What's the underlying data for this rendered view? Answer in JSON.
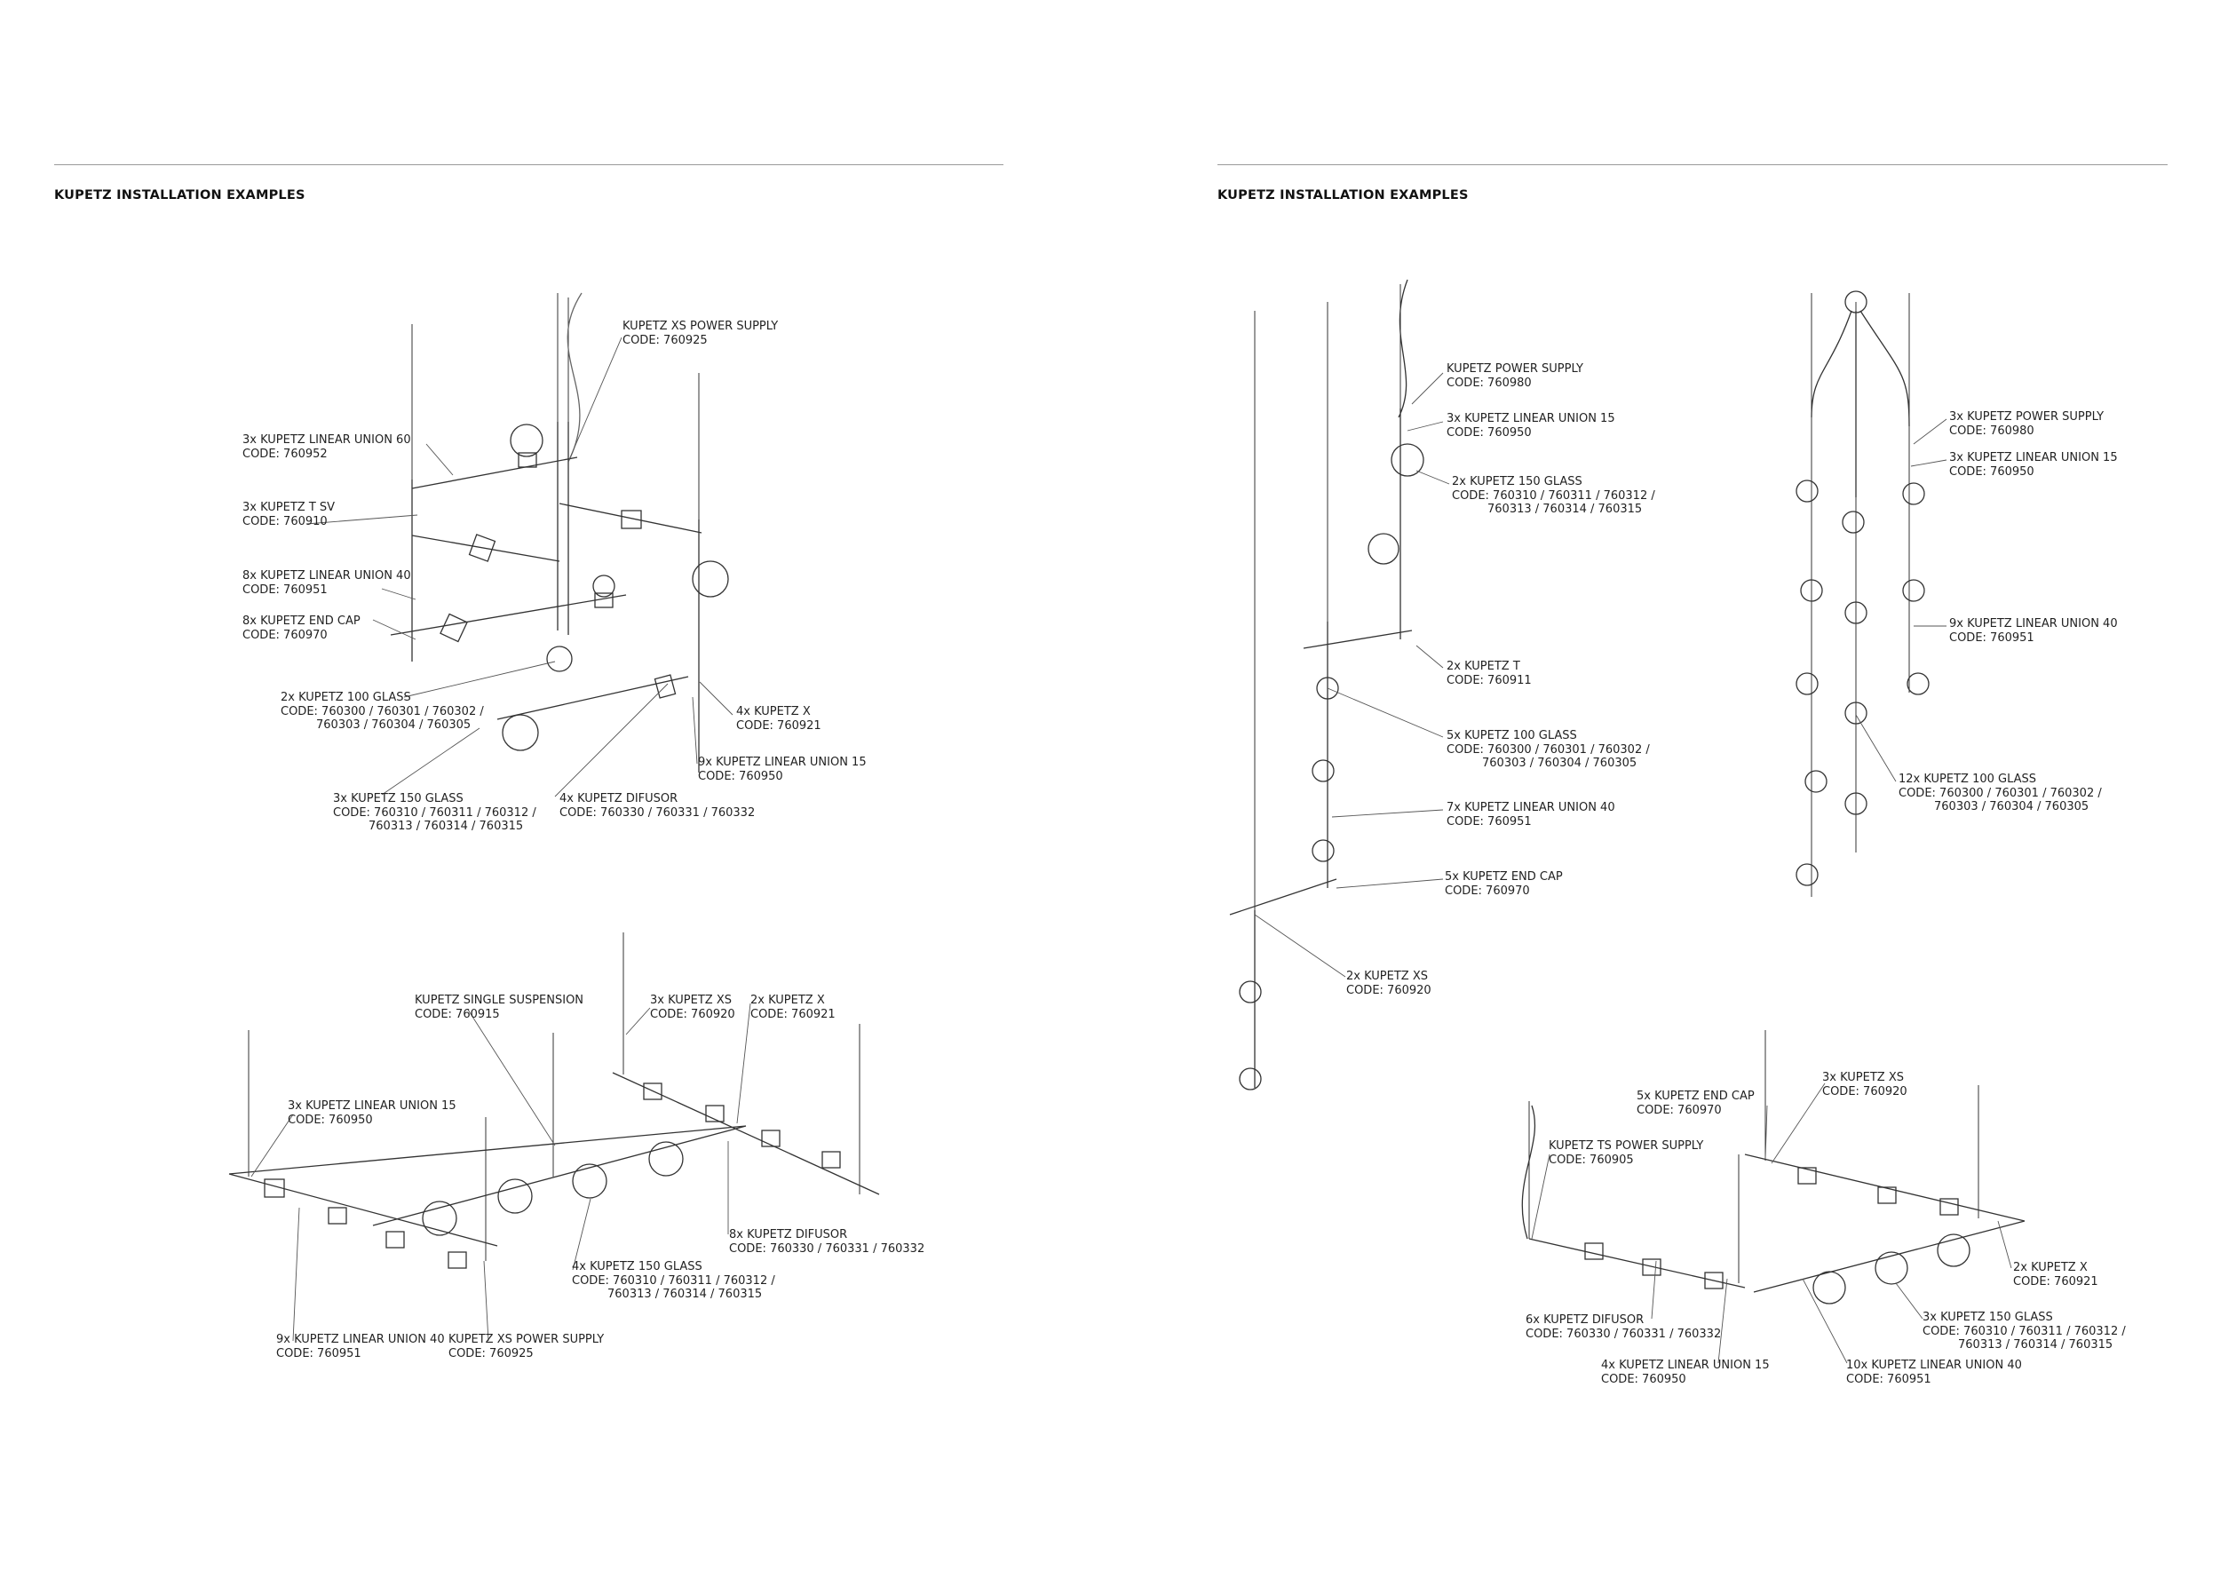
{
  "pages": [
    {
      "heading": "KUPETZ INSTALLATION EXAMPLES"
    },
    {
      "heading": "KUPETZ INSTALLATION EXAMPLES"
    }
  ],
  "labels": {
    "a1": [
      "KUPETZ XS POWER SUPPLY",
      "CODE: 760925"
    ],
    "a2": [
      "3x KUPETZ LINEAR UNION 60",
      "CODE: 760952"
    ],
    "a3": [
      "3x KUPETZ T SV",
      "CODE: 760910"
    ],
    "a4": [
      "8x KUPETZ LINEAR UNION 40",
      "CODE: 760951"
    ],
    "a5": [
      "8x KUPETZ END CAP",
      "CODE: 760970"
    ],
    "a6": [
      "2x KUPETZ 100 GLASS",
      "CODE: 760300 / 760301 / 760302 /",
      "760303 / 760304 / 760305"
    ],
    "a7": [
      "4x KUPETZ X",
      "CODE: 760921"
    ],
    "a8": [
      "9x KUPETZ LINEAR UNION 15",
      "CODE: 760950"
    ],
    "a9": [
      "3x KUPETZ 150 GLASS",
      "CODE: 760310 / 760311 / 760312 /",
      "760313 / 760314 / 760315"
    ],
    "a10": [
      "4x KUPETZ DIFUSOR",
      "CODE: 760330 / 760331 / 760332"
    ],
    "b1": [
      "KUPETZ SINGLE SUSPENSION",
      "CODE: 760915"
    ],
    "b2": [
      "3x KUPETZ XS",
      "CODE: 760920"
    ],
    "b3": [
      "2x KUPETZ X",
      "CODE: 760921"
    ],
    "b4": [
      "3x KUPETZ LINEAR UNION 15",
      "CODE: 760950"
    ],
    "b5": [
      "8x KUPETZ DIFUSOR",
      "CODE: 760330 / 760331 / 760332"
    ],
    "b6": [
      "4x KUPETZ 150 GLASS",
      "CODE: 760310 / 760311 / 760312 /",
      "760313 / 760314 / 760315"
    ],
    "b7": [
      "9x KUPETZ LINEAR UNION 40",
      "CODE: 760951"
    ],
    "b8": [
      "KUPETZ XS POWER SUPPLY",
      "CODE: 760925"
    ],
    "c1": [
      "KUPETZ POWER SUPPLY",
      "CODE: 760980"
    ],
    "c2": [
      "3x KUPETZ LINEAR UNION 15",
      "CODE: 760950"
    ],
    "c3": [
      "2x KUPETZ 150 GLASS",
      "CODE: 760310 / 760311 / 760312 /",
      "760313 / 760314 / 760315"
    ],
    "c4": [
      "2x KUPETZ T",
      "CODE: 760911"
    ],
    "c5": [
      "5x KUPETZ 100 GLASS",
      "CODE: 760300 / 760301 / 760302 /",
      "760303 / 760304 / 760305"
    ],
    "c6": [
      "7x KUPETZ LINEAR UNION 40",
      "CODE: 760951"
    ],
    "c7": [
      "5x KUPETZ END CAP",
      "CODE: 760970"
    ],
    "c8": [
      "2x KUPETZ XS",
      "CODE: 760920"
    ],
    "d1": [
      "3x KUPETZ POWER SUPPLY",
      "CODE: 760980"
    ],
    "d2": [
      "3x KUPETZ LINEAR UNION 15",
      "CODE: 760950"
    ],
    "d3": [
      "9x KUPETZ LINEAR UNION 40",
      "CODE: 760951"
    ],
    "d4": [
      "12x KUPETZ 100 GLASS",
      "CODE: 760300 / 760301 / 760302 /",
      "760303 / 760304 / 760305"
    ],
    "e1": [
      "5x KUPETZ END CAP",
      "CODE: 760970"
    ],
    "e2": [
      "3x KUPETZ XS",
      "CODE: 760920"
    ],
    "e3": [
      "KUPETZ TS POWER SUPPLY",
      "CODE: 760905"
    ],
    "e4": [
      "2x KUPETZ X",
      "CODE: 760921"
    ],
    "e5": [
      "6x KUPETZ DIFUSOR",
      "CODE: 760330 / 760331 / 760332"
    ],
    "e6": [
      "3x KUPETZ 150 GLASS",
      "CODE: 760310 / 760311 / 760312 /",
      "760313 / 760314 / 760315"
    ],
    "e7": [
      "4x KUPETZ LINEAR UNION 15",
      "CODE: 760950"
    ],
    "e8": [
      "10x KUPETZ LINEAR UNION 40",
      "CODE: 760951"
    ]
  }
}
